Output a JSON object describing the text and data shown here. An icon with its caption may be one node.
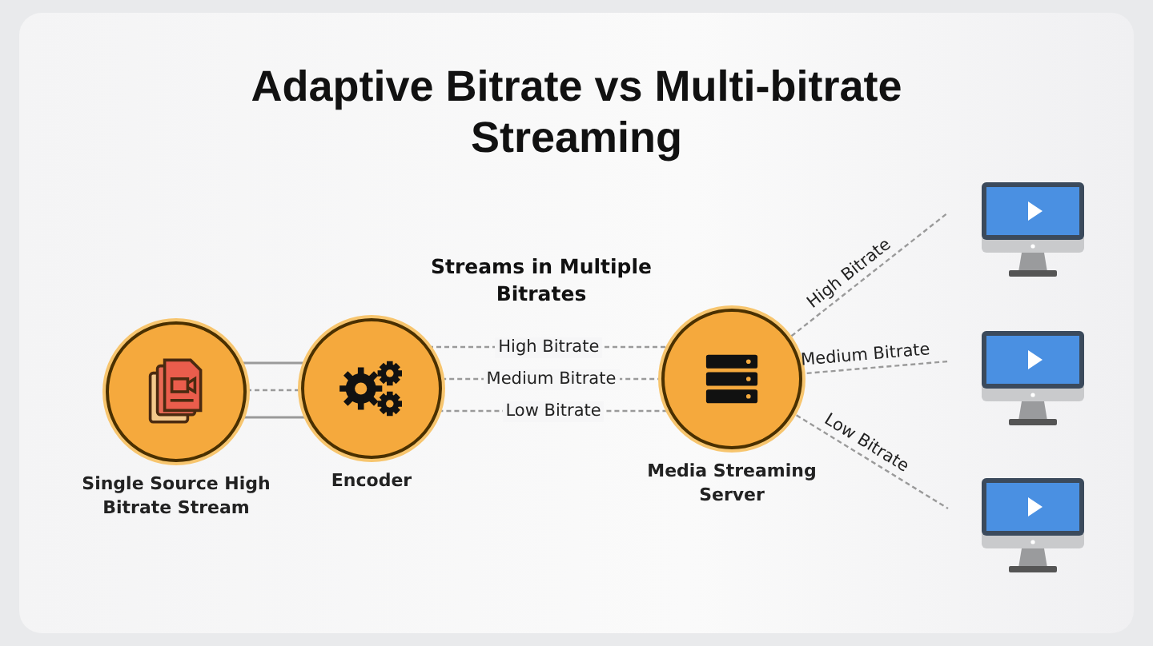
{
  "diagram": {
    "title": "Adaptive Bitrate vs Multi-bitrate Streaming",
    "nodes": [
      {
        "text": [
          "Single Source High Bitrate Stream"
        ]
      },
      {
        "text": [
          "Encoder"
        ]
      },
      {
        "text": [
          "Media Streaming Server"
        ]
      },
      {
        "text": [],
        "shape": "picture"
      },
      {
        "text": [],
        "shape": "picture"
      },
      {
        "text": [],
        "shape": "picture"
      }
    ],
    "edges": [
      {
        "from": 0,
        "to": 1,
        "arrow": "none"
      },
      {
        "from": 0,
        "to": 1,
        "arrow": "none",
        "style": "dashed"
      },
      {
        "from": 0,
        "to": 1,
        "arrow": "none"
      },
      {
        "from": 1,
        "to": 2,
        "arrow": "none",
        "label": "High Bitrate",
        "style": "dashed"
      },
      {
        "from": 1,
        "to": 2,
        "arrow": "none",
        "label": "Medium Bitrate",
        "style": "dashed"
      },
      {
        "from": 1,
        "to": 2,
        "arrow": "none",
        "label": "Low Bitrate",
        "style": "dashed"
      },
      {
        "from": 2,
        "to": 3,
        "arrow": "none",
        "label": "High Bitrate",
        "style": "dashed"
      },
      {
        "from": 2,
        "to": 4,
        "arrow": "none",
        "label": "Medium Bitrate",
        "style": "dashed"
      },
      {
        "from": 2,
        "to": 5,
        "arrow": "none",
        "label": "Low Bitrate",
        "style": "dashed"
      }
    ],
    "labels": [
      "Streams in Multiple Bitrates"
    ]
  }
}
